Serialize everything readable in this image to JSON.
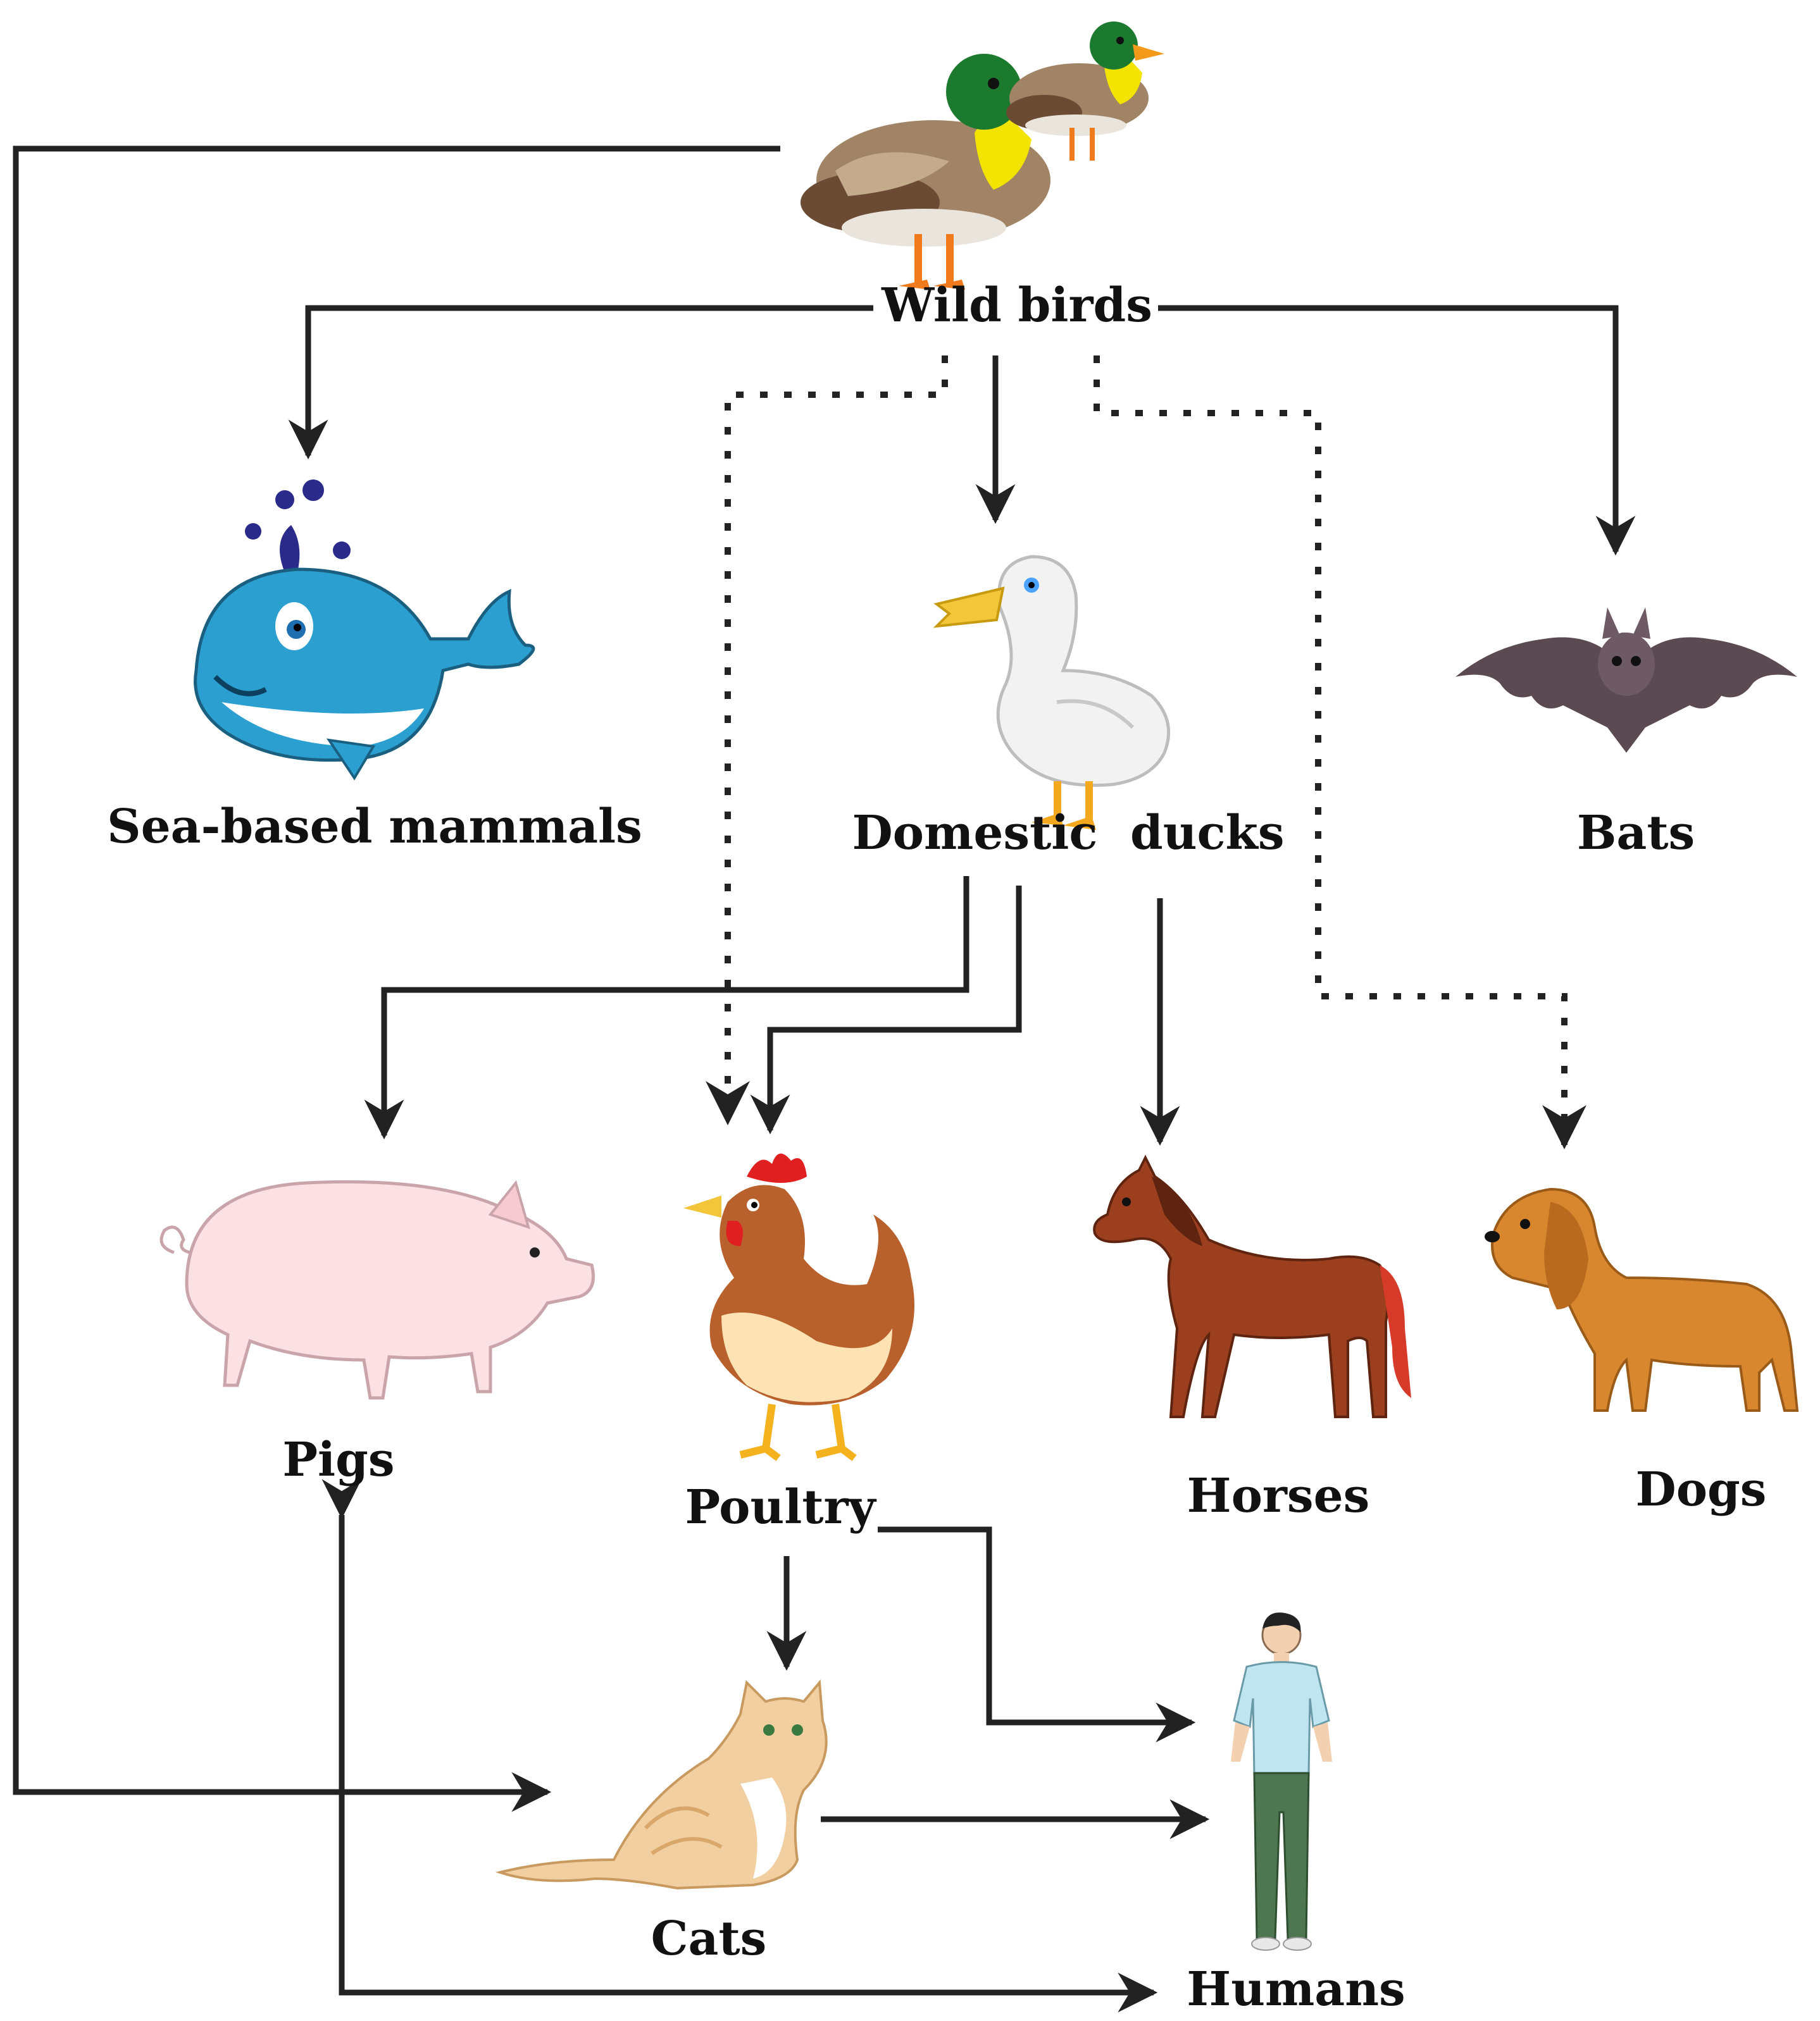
{
  "nodes": {
    "wild_birds": {
      "label": "Wild birds",
      "icon": "mallard-duck-icon"
    },
    "sea_mammals": {
      "label": "Sea-based mammals",
      "icon": "whale-icon"
    },
    "domestic_ducks": {
      "label": "Domestic  ducks",
      "icon": "white-duck-icon"
    },
    "bats": {
      "label": "Bats",
      "icon": "bat-icon"
    },
    "pigs": {
      "label": "Pigs",
      "icon": "pig-icon"
    },
    "poultry": {
      "label": "Poultry",
      "icon": "hen-icon"
    },
    "horses": {
      "label": "Horses",
      "icon": "horse-icon"
    },
    "dogs": {
      "label": "Dogs",
      "icon": "dog-icon"
    },
    "cats": {
      "label": "Cats",
      "icon": "cat-icon"
    },
    "humans": {
      "label": "Humans",
      "icon": "human-icon"
    }
  },
  "edges": [
    {
      "from": "wild_birds",
      "to": "sea_mammals",
      "style": "solid"
    },
    {
      "from": "wild_birds",
      "to": "domestic_ducks",
      "style": "solid"
    },
    {
      "from": "wild_birds",
      "to": "bats",
      "style": "solid"
    },
    {
      "from": "wild_birds",
      "to": "poultry",
      "style": "dotted"
    },
    {
      "from": "wild_birds",
      "to": "dogs",
      "style": "dotted"
    },
    {
      "from": "wild_birds",
      "to": "cats",
      "style": "solid"
    },
    {
      "from": "domestic_ducks",
      "to": "pigs",
      "style": "solid"
    },
    {
      "from": "domestic_ducks",
      "to": "poultry",
      "style": "solid"
    },
    {
      "from": "domestic_ducks",
      "to": "horses",
      "style": "solid"
    },
    {
      "from": "poultry",
      "to": "cats",
      "style": "solid"
    },
    {
      "from": "poultry",
      "to": "humans",
      "style": "solid"
    },
    {
      "from": "cats",
      "to": "humans",
      "style": "solid"
    },
    {
      "from": "pigs",
      "to": "humans",
      "style": "solid",
      "bidirectional": true
    }
  ],
  "colors": {
    "line": "#222222",
    "text": "#111111",
    "whale": "#2a9fd0",
    "bat": "#5b4a52",
    "pig": "#fbe0e4",
    "horse": "#9c3f1e",
    "dog": "#d9872e",
    "hen": "#b8612c",
    "cat": "#f1cfa0",
    "shirt": "#bfe6f0",
    "trousers": "#4e7650"
  }
}
